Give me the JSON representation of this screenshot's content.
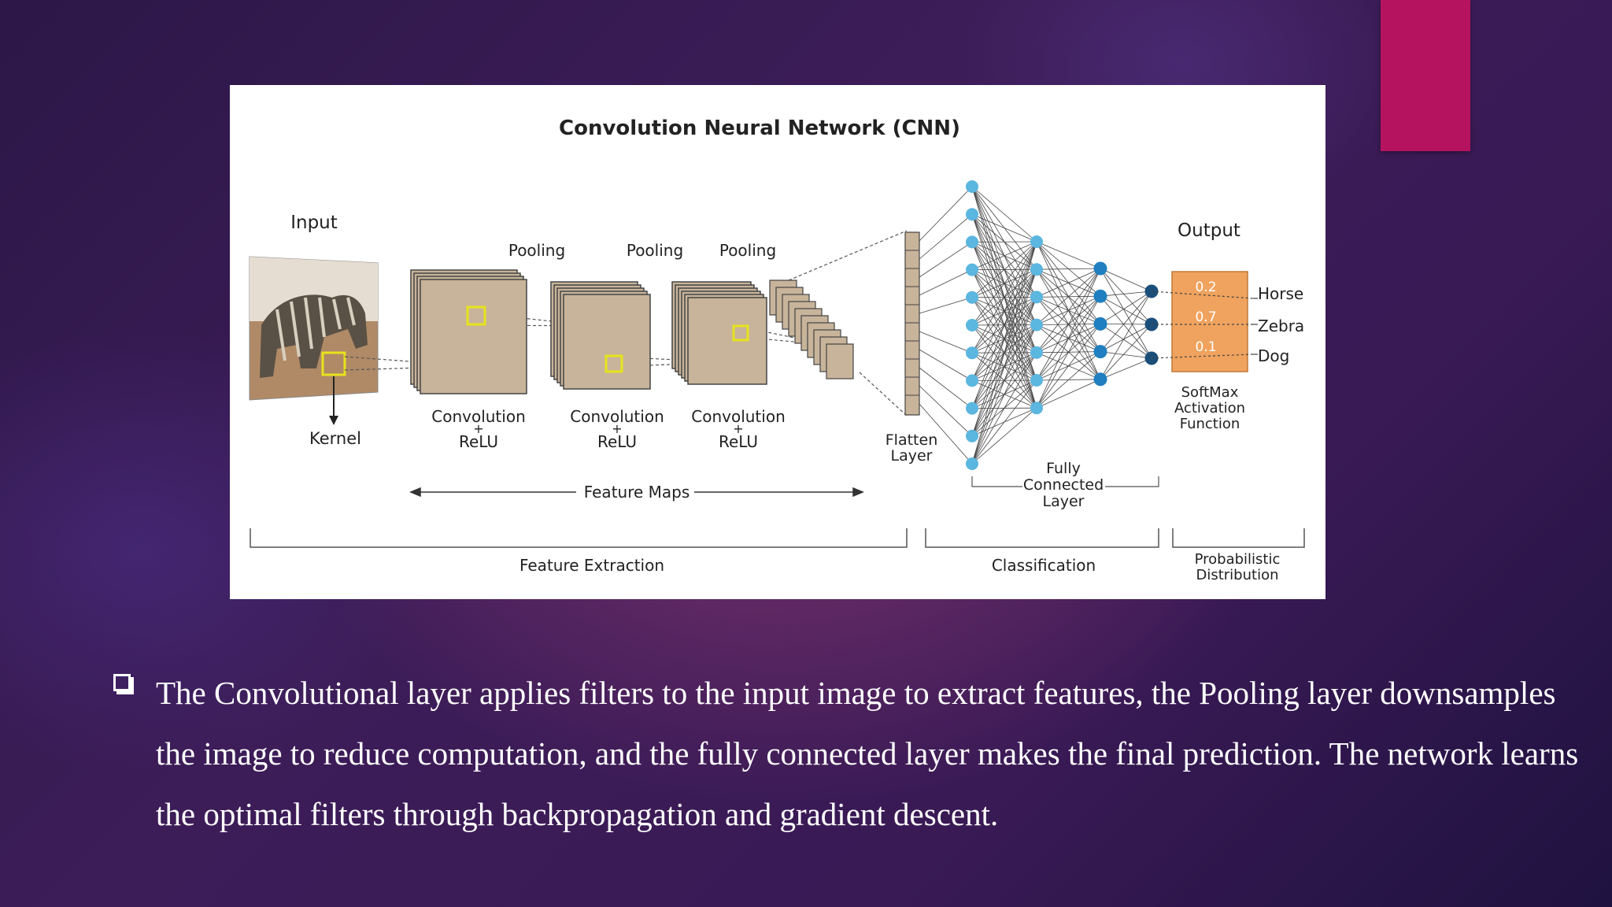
{
  "slide": {
    "accent_color": "#b5135f",
    "bullet_icon": "hollow-square-bullet-icon",
    "bullet_text": "The Convolutional layer applies filters to the input image to extract features, the Pooling layer downsamples the image to reduce computation, and the fully connected layer makes the final prediction. The network learns the optimal filters through backpropagation and gradient descent."
  },
  "diagram": {
    "title": "Convolution  Neural  Network (CNN)",
    "input_label": "Input",
    "kernel_label": "Kernel",
    "pooling_labels": [
      "Pooling",
      "Pooling",
      "Pooling"
    ],
    "conv_labels": [
      {
        "top": "Convolution",
        "mid": "+",
        "bottom": "ReLU"
      },
      {
        "top": "Convolution",
        "mid": "+",
        "bottom": "ReLU"
      },
      {
        "top": "Convolution",
        "mid": "+",
        "bottom": "ReLU"
      }
    ],
    "feature_maps_label": "Feature  Maps",
    "flatten_label": [
      "Flatten",
      "Layer"
    ],
    "fc_label": [
      "Fully",
      "Connected",
      "Layer"
    ],
    "output_label": "Output",
    "output_values": [
      "0.2",
      "0.7",
      "0.1"
    ],
    "output_classes": [
      "Horse",
      "Zebra",
      "Dog"
    ],
    "softmax_label": [
      "SoftMax",
      "Activation",
      "Function"
    ],
    "section_labels": {
      "feature_extraction": "Feature Extraction",
      "classification": "Classification",
      "probabilistic": [
        "Probabilistic",
        "Distribution"
      ]
    },
    "colors": {
      "feature_map": "#c8b49a",
      "kernel": "#e6e31c",
      "node_light": "#5bb6e0",
      "node_mid": "#1f7fc0",
      "node_dark": "#1b4f7a",
      "softmax": "#f0a35e"
    }
  }
}
